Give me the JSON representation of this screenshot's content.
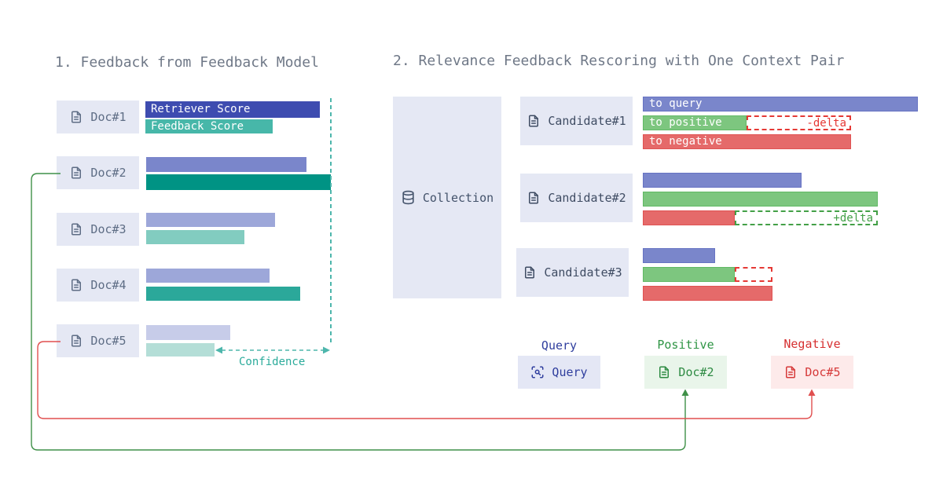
{
  "panel1": {
    "title": "1. Feedback from Feedback Model",
    "retriever_bar_label": "Retriever Score",
    "feedback_bar_label": "Feedback Score",
    "docs": [
      "Doc#1",
      "Doc#2",
      "Doc#3",
      "Doc#4",
      "Doc#5"
    ],
    "confidence_label": "Confidence"
  },
  "panel2": {
    "title": "2. Relevance Feedback Rescoring with One Context Pair",
    "collection_label": "Collection",
    "candidates": [
      "Candidate#1",
      "Candidate#2",
      "Candidate#3"
    ],
    "bar_labels": [
      "to query",
      "to positive",
      "to negative"
    ],
    "delta_minus_label": "-delta",
    "delta_plus_label": "+delta",
    "context_pair": {
      "query_heading": "Query",
      "query_label": "Query",
      "positive_heading": "Positive",
      "positive_label": "Doc#2",
      "negative_heading": "Negative",
      "negative_label": "Doc#5"
    }
  },
  "colors": {
    "retriever_bar": "#3e4cb0",
    "feedback_bar": "#47b7a9",
    "query_bar": "#7a86cb",
    "positive_bar": "#7dc67f",
    "negative_bar": "#e56a6a",
    "confidence_teal": "#4db6ac",
    "positive_line_green": "#3f9048",
    "negative_line_red": "#e04f4f",
    "query_indigo": "#2f3e9e"
  }
}
